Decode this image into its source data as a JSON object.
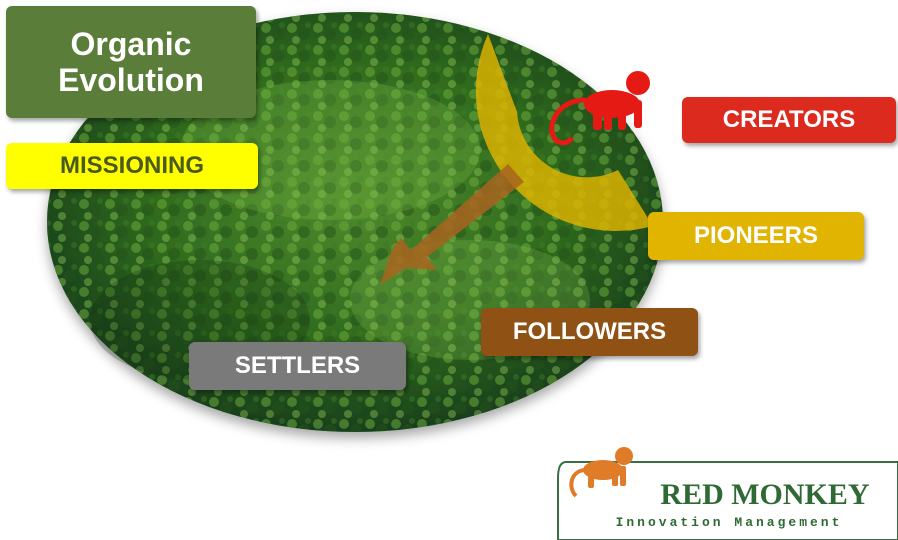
{
  "title": {
    "line1": "Organic",
    "line2": "Evolution"
  },
  "labels": {
    "missioning": "MISSIONING",
    "creators": "CREATORS",
    "pioneers": "PIONEERS",
    "followers": "FOLLOWERS",
    "settlers": "SETTLERS"
  },
  "logo": {
    "name": "RED MONKEY",
    "tagline": "Innovation Management"
  },
  "colors": {
    "title_bg": "#5b7d3a",
    "missioning_bg": "#ffff00",
    "creators_bg": "#dd2a1f",
    "pioneers_bg": "#e0b400",
    "followers_bg": "#8f5214",
    "settlers_bg": "#7a7a7a",
    "arc": "#e0b400",
    "arrow": "#a8641e",
    "monkey": "#e61a14",
    "logo_text": "#2f6a35"
  },
  "icons": [
    "forest-ellipse-image",
    "monkey-icon",
    "arrow-icon",
    "arc-icon",
    "logo-monkey-icon"
  ]
}
